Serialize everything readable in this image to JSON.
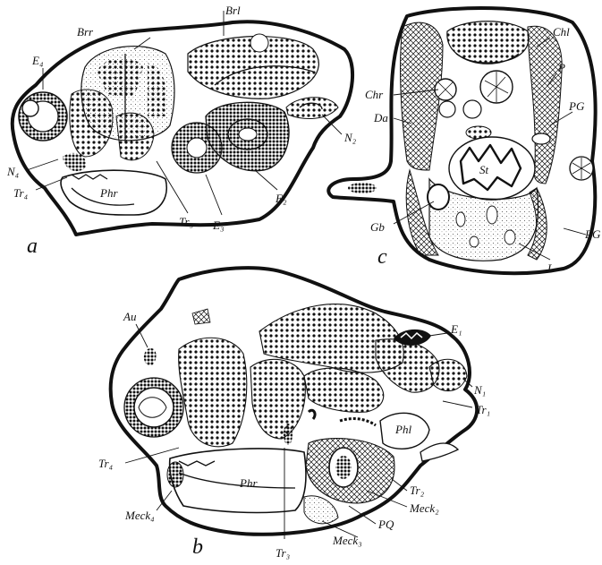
{
  "panels": {
    "a": {
      "letter": "a",
      "labels": {
        "E4": "E₄",
        "Brr": "Brr",
        "Brl": "Brl",
        "N4": "N₄",
        "Tr4": "Tr₄",
        "Phr": "Phr",
        "Tr3": "Tr₃",
        "E3": "E₃",
        "E2": "E₂",
        "N2": "N₂"
      }
    },
    "c": {
      "letter": "c",
      "labels": {
        "Chl": "Chl",
        "P": "P",
        "Chr": "Chr",
        "Da": "Da",
        "PG1": "PG",
        "St": "St",
        "Gb": "Gb",
        "PG2": "PG",
        "L": "L"
      }
    },
    "b": {
      "letter": "b",
      "labels": {
        "Au": "Au",
        "E1": "E₁",
        "N1": "N₁",
        "Tr1": "Tr₁",
        "Phl": "Phl",
        "Tr4": "Tr₄",
        "Phr": "Phr",
        "Tr2": "Tr₂",
        "Meck4": "Meck₄",
        "Meck2": "Meck₂",
        "PQ": "PQ",
        "Meck3": "Meck₃",
        "Tr3": "Tr₃"
      }
    }
  }
}
